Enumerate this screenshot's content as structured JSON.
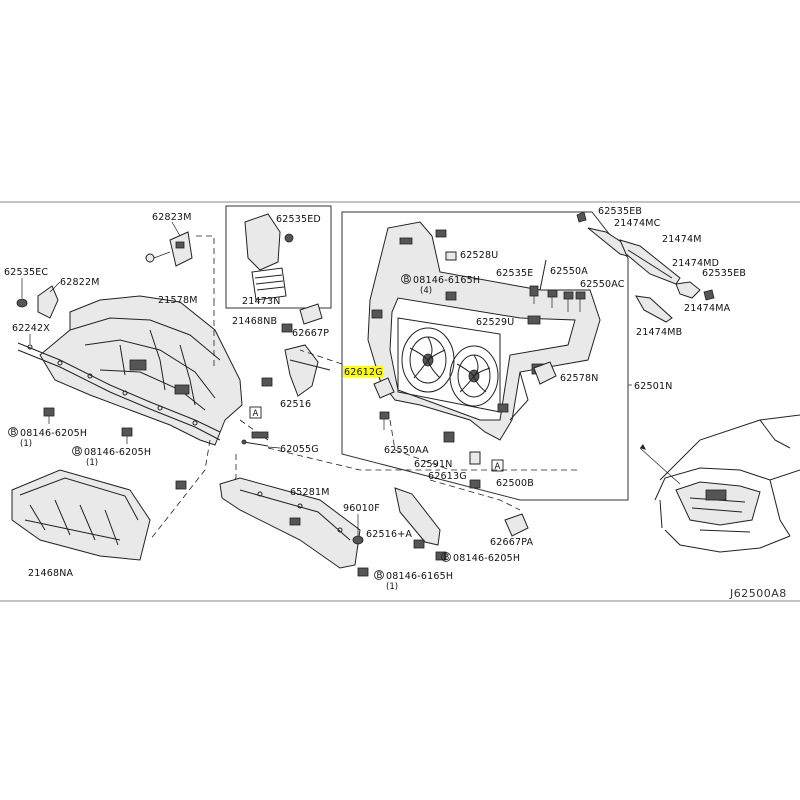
{
  "diagram": {
    "code": "J62500A8",
    "highlight_label": "62612G",
    "labels": {
      "p62823M": "62823M",
      "p62535EC": "62535EC",
      "p62822M": "62822M",
      "p21578M": "21578M",
      "p62242X": "62242X",
      "p08146_6205H_a": "08146-6205H",
      "p08146_6205H_a_qty": "(1)",
      "p08146_6205H_b": "08146-6205H",
      "p08146_6205H_b_qty": "(1)",
      "p21468NA": "21468NA",
      "p62535ED": "62535ED",
      "p21473N": "21473N",
      "p21468NB": "21468NB",
      "p62667P": "62667P",
      "p62516": "62516",
      "p62055G": "62055G",
      "p65281M": "65281M",
      "p96010F": "96010F",
      "p62516A": "62516+A",
      "p08146_6165H_b": "08146-6165H",
      "p08146_6165H_b_qty": "(1)",
      "p08146_6205H_c": "08146-6205H",
      "p62667PA": "62667PA",
      "p62528U": "62528U",
      "p08146_6165H_a": "08146-6165H",
      "p08146_6165H_a_qty": "(4)",
      "p62535E": "62535E",
      "p62550A": "62550A",
      "p62550AC": "62550AC",
      "p62529U": "62529U",
      "p62578N": "62578N",
      "p62501N": "62501N",
      "p62550AA": "62550AA",
      "p62591N": "62591N",
      "p62613G": "62613G",
      "p62500B": "62500B",
      "p62535EB_top": "62535EB",
      "p21474MC": "21474MC",
      "p21474M": "21474M",
      "p21474MD": "21474MD",
      "p62535EB": "62535EB",
      "p21474MA": "21474MA",
      "p21474MB": "21474MB",
      "ref_A": "A",
      "bolt_B": "B"
    }
  }
}
